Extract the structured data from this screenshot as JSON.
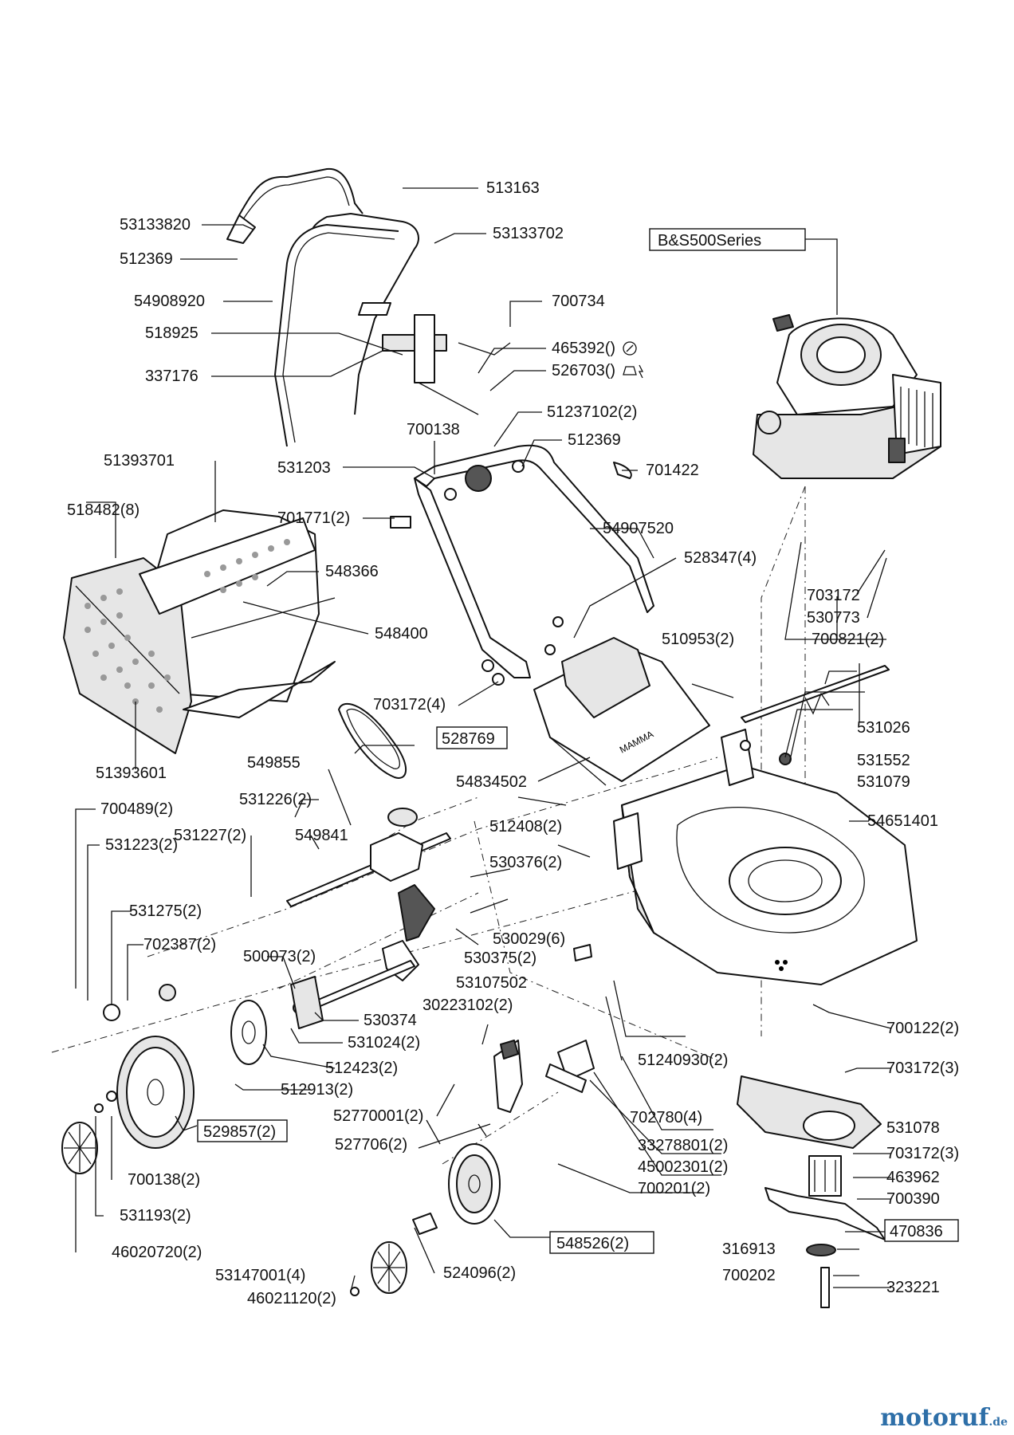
{
  "diagram": {
    "engine_label": "B&S500Series",
    "parts_left": {
      "p53133820": "53133820",
      "p512369_top": "512369",
      "p54908920": "54908920",
      "p518925": "518925",
      "p337176": "337176",
      "p51393701": "51393701",
      "p518482": "518482(8)",
      "p548366": "548366",
      "p548400": "548400",
      "p51393601": "51393601",
      "p700489": "700489(2)",
      "p531223": "531223(2)",
      "p531275": "531275(2)",
      "p702387": "702387(2)",
      "p531227": "531227(2)",
      "p531226": "531226(2)",
      "p549855": "549855",
      "p549841": "549841",
      "p500073": "500073(2)",
      "p530374": "530374",
      "p531024": "531024(2)",
      "p512423": "512423(2)",
      "p512913": "512913(2)",
      "p529857": "529857(2)",
      "p700138_low": "700138(2)",
      "p531193": "531193(2)",
      "p46020720": "46020720(2)",
      "p53147001": "53147001(4)",
      "p46021120": "46021120(2)",
      "p524096": "524096(2)",
      "p528769": "528769"
    },
    "parts_center": {
      "p513163": "513163",
      "p53133702": "53133702",
      "p700734": "700734",
      "p465392": "465392()",
      "p526703": "526703()",
      "p51237102": "51237102(2)",
      "p700138_top": "700138",
      "p531203": "531203",
      "p512369_mid": "512369",
      "p701422": "701422",
      "p701771": "701771(2)",
      "p54907520": "54907520",
      "p528347": "528347(4)",
      "p703172_4": "703172(4)",
      "p54834502": "54834502",
      "p512408": "512408(2)",
      "p530376": "530376(2)",
      "p530029": "530029(6)",
      "p530375": "530375(2)",
      "p53107502": "53107502",
      "p30223102": "30223102(2)",
      "p52770001": "52770001(2)",
      "p527706": "527706(2)",
      "p548526": "548526(2)",
      "p702780": "702780(4)",
      "p33278801": "33278801(2)",
      "p45002301": "45002301(2)",
      "p700201": "700201(2)",
      "p51240930": "51240930(2)"
    },
    "parts_right": {
      "p703172": "703172",
      "p530773": "530773",
      "p700821": "700821(2)",
      "p510953": "510953(2)",
      "p531026": "531026",
      "p531552": "531552",
      "p531079": "531079",
      "p54651401": "54651401",
      "p700122": "700122(2)",
      "p703172_3a": "703172(3)",
      "p531078": "531078",
      "p703172_3b": "703172(3)",
      "p463962": "463962",
      "p700390": "700390",
      "p470836": "470836",
      "p316913": "316913",
      "p700202": "700202",
      "p323221": "323221"
    },
    "deck_lettering": "MAMMA"
  },
  "watermark": {
    "brand": "motoruf",
    "suffix": ".de",
    "color": "#2e6fa8"
  }
}
